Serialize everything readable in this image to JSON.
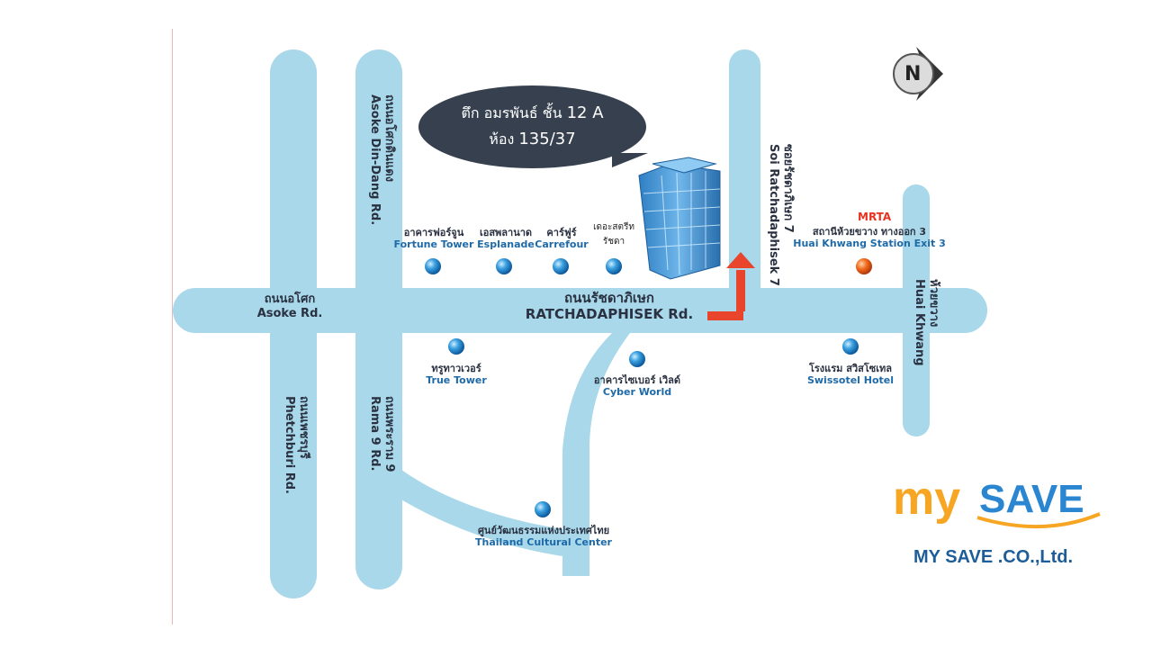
{
  "bubble": {
    "line1_text": "ตึก อมรพันธ์ ชั้น",
    "line1_num": "12 A",
    "line2_text": "ห้อง",
    "line2_num": "135/37"
  },
  "roads": {
    "asoke_th": "ถนนอโศก",
    "asoke_en": "Asoke Rd.",
    "ratcha_th": "ถนนรัชดาภิเษก",
    "ratcha_en": "RATCHADAPHISEK Rd.",
    "asoke_dindang_th": "ถนนอโศกดินแดง",
    "asoke_dindang_en": "Asoke Din-Dang Rd.",
    "phetchburi_th": "ถนนเพชรบุรี",
    "phetchburi_en": "Phetchburi Rd.",
    "rama9_th": "ถนนพระราม 9",
    "rama9_en": "Rama 9 Rd.",
    "soi7_th": "ซอยรัชดาภิเษก 7",
    "soi7_en": "Soi Ratchadaphisek 7",
    "huaikhwang_th": "ห้วยขวาง",
    "huaikhwang_en": "Huai Khwang"
  },
  "places": {
    "fortune_th": "อาคารฟอร์จูน",
    "fortune_en": "Fortune Tower",
    "esplanade_th": "เอสพลานาด",
    "esplanade_en": "Esplanade",
    "carrefour_th": "คาร์ฟูร์",
    "carrefour_en": "Carrefour",
    "street_th1": "เดอะสตรีท",
    "street_th2": "รัชดา",
    "true_th": "ทรูทาวเวอร์",
    "true_en": "True Tower",
    "cyber_th": "อาคารไซเบอร์ เวิลด์",
    "cyber_en": "Cyber World",
    "swiss_th": "โรงแรม สวิสโซเทล",
    "swiss_en": "Swissotel Hotel",
    "cultural_th": "ศูนย์วัฒนธรรมแห่งประเทศไทย",
    "cultural_en": "Thailand Cultural Center",
    "mrta": "MRTA",
    "huai_station_th": "สถานีห้วยขวาง ทางออก 3",
    "huai_station_en": "Huai Khwang Station Exit 3"
  },
  "compass": {
    "letter": "N"
  },
  "logo": {
    "my": "my",
    "save": "SAVE"
  },
  "company": "MY SAVE .CO.,Ltd.",
  "colors": {
    "road": "#a8d8ea",
    "marker": "#1e7fc7",
    "station": "#f05a1a",
    "route": "#e8452c",
    "bubble": "#37404f",
    "brand_orange": "#f6a623",
    "brand_blue": "#2a86d1"
  }
}
